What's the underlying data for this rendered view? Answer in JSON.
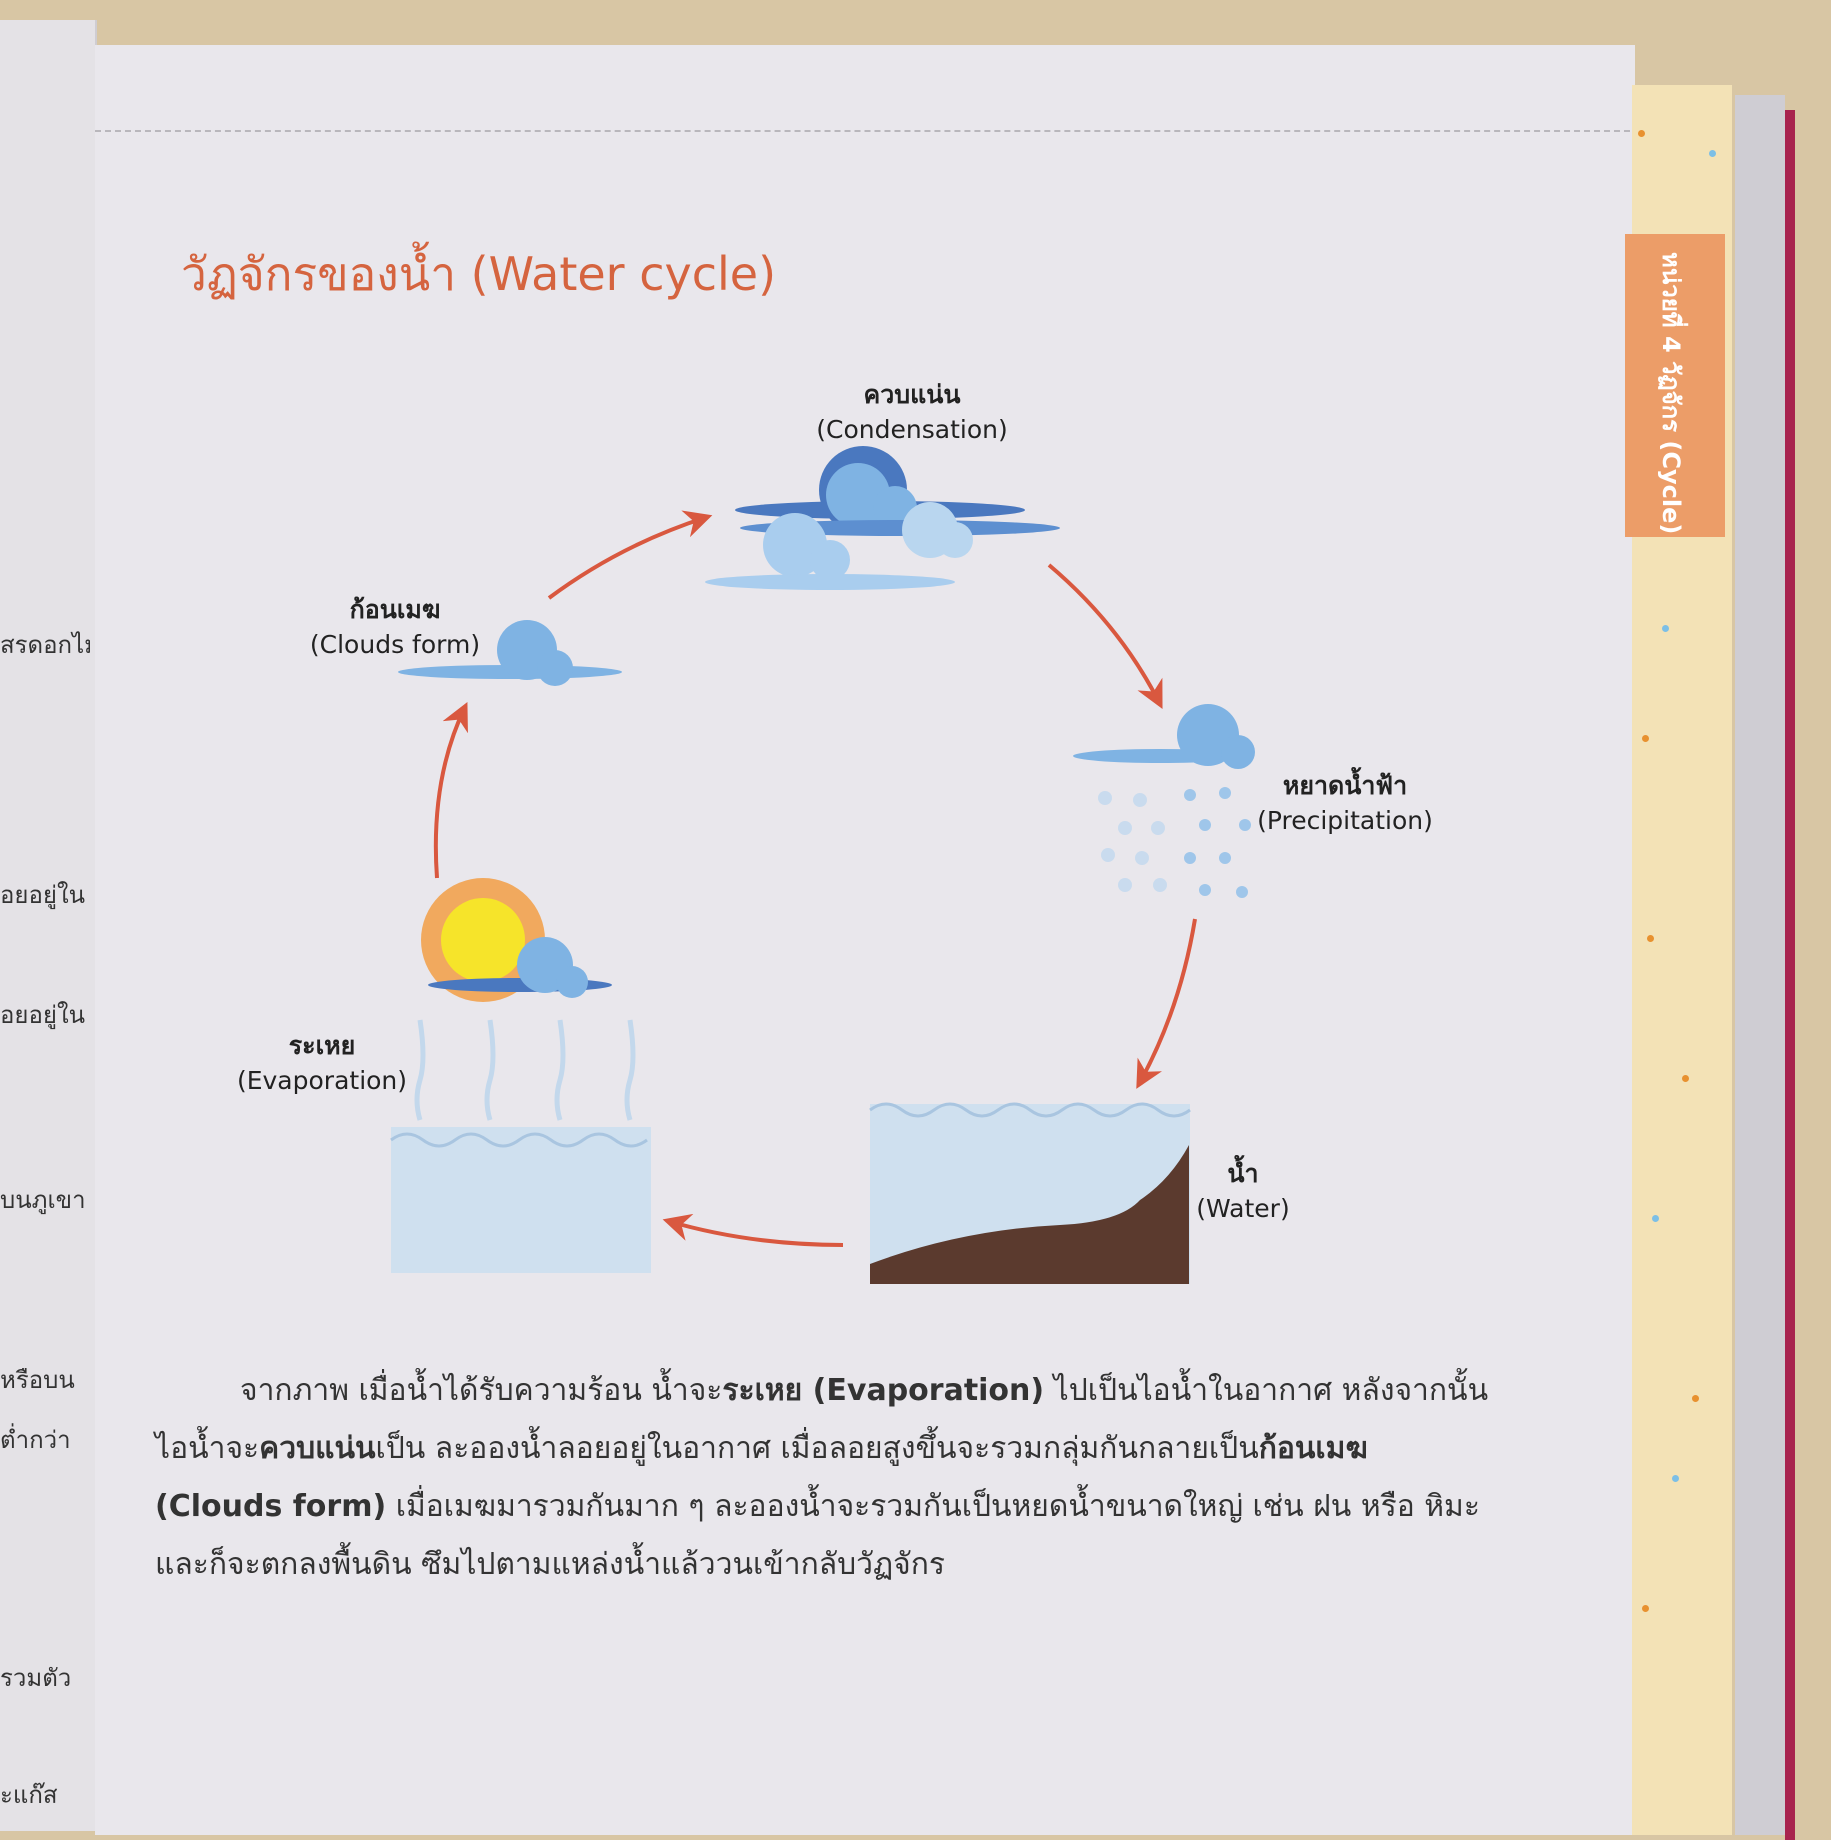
{
  "left_page": {
    "snippets": [
      "สรดอกไม้",
      "อยอยู่ใน",
      "อยอยู่ใน",
      "บนภูเขา",
      "หรือบน",
      "ต่ำกว่า",
      "รวมตัว",
      "ะแก๊ส"
    ]
  },
  "tab": {
    "label": "หน่วยที่ 4 วัฏจักร (Cycle)"
  },
  "title": "วัฏจักรของน้ำ (Water cycle)",
  "diagram": {
    "condensation": {
      "thai": "ควบแน่น",
      "en": "(Condensation)"
    },
    "clouds_form": {
      "thai": "ก้อนเมฆ",
      "en": "(Clouds form)"
    },
    "precipitation": {
      "thai": "หยาดน้ำฟ้า",
      "en": "(Precipitation)"
    },
    "water": {
      "thai": "น้ำ",
      "en": "(Water)"
    },
    "evaporation": {
      "thai": "ระเหย",
      "en": "(Evaporation)"
    },
    "colors": {
      "arrow": "#d9583f",
      "cloud": "#7fb3e3",
      "cloud_dark": "#4a78bf",
      "sun": "#f6e42a",
      "water": "#cfe0ef",
      "soil": "#5b3a2e"
    }
  },
  "paragraph": {
    "p1": "จากภาพ เมื่อน้ำได้รับความร้อน น้ำจะ",
    "b1": "ระเหย (Evaporation)",
    "p2": " ไปเป็นไอน้ำในอากาศ หลังจากนั้นไอน้ำจะ",
    "b2": "ควบแน่น",
    "p3": "เป็น ละอองน้ำลอยอยู่ในอากาศ เมื่อลอยสูงขึ้นจะรวมกลุ่มกันกลายเป็น",
    "b3": "ก้อนเมฆ (Clouds form)",
    "p4": " เมื่อเมฆมารวมกันมาก ๆ ละอองน้ำจะรวมกันเป็นหยดน้ำขนาดใหญ่ เช่น ฝน หรือ หิมะ และก็จะตกลงพื้นดิน ซึมไปตามแหล่งน้ำแล้ววนเข้ากลับวัฏจักร"
  }
}
